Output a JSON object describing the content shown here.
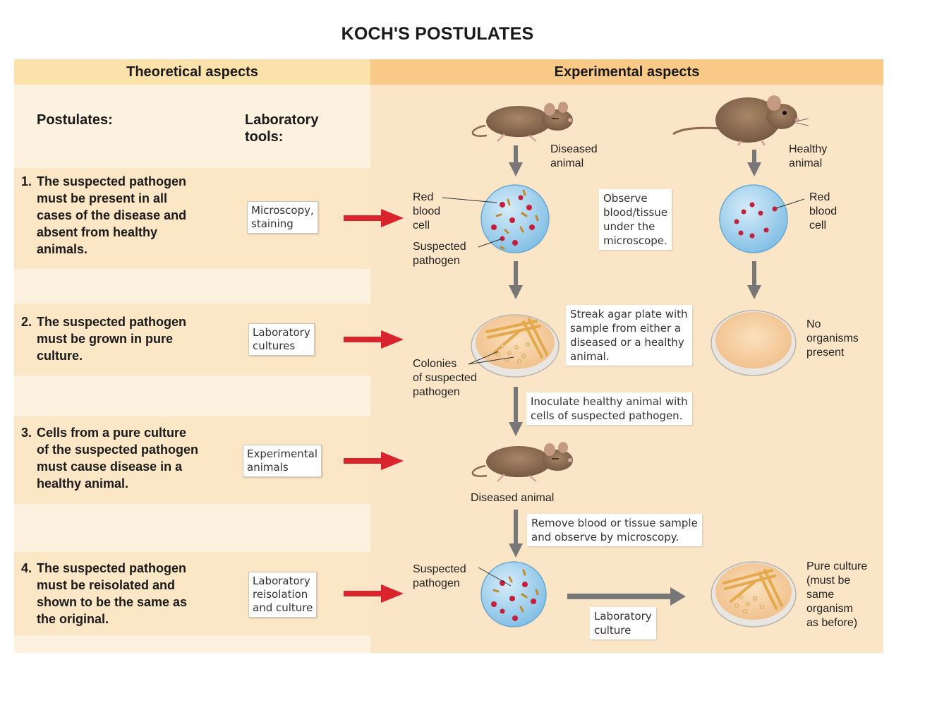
{
  "title": "KOCH'S POSTULATES",
  "headers": {
    "theoretical": "Theoretical aspects",
    "experimental": "Experimental aspects"
  },
  "columns": {
    "postulates": "Postulates:",
    "tools": "Laboratory\ntools:"
  },
  "postulates": [
    {
      "num": "1.",
      "first": "The suspected pathogen",
      "rest": "must be present in all\ncases of the disease and\nabsent from healthy\nanimals.",
      "tool": "Microscopy,\nstaining"
    },
    {
      "num": "2.",
      "first": "The suspected pathogen",
      "rest": "must be grown in pure\nculture.",
      "tool": "Laboratory\ncultures"
    },
    {
      "num": "3.",
      "first": "Cells from a pure culture",
      "rest": "of the suspected pathogen\nmust cause disease in a\nhealthy animal.",
      "tool": "Experimental\nanimals"
    },
    {
      "num": "4.",
      "first": "The suspected pathogen",
      "rest": "must be reisolated and\nshown to be the same as\nthe original.",
      "tool": "Laboratory\nreisolation\nand culture"
    }
  ],
  "labels": {
    "diseased_animal": "Diseased\nanimal",
    "healthy_animal": "Healthy\nanimal",
    "red_blood_cell_left": "Red\nblood\ncell",
    "suspected_pathogen_1": "Suspected\npathogen",
    "red_blood_cell_right": "Red\nblood\ncell",
    "colonies": "Colonies\nof suspected\npathogen",
    "no_organisms": "No\norganisms\npresent",
    "diseased_animal_2": "Diseased animal",
    "suspected_pathogen_2": "Suspected\npathogen",
    "pure_culture": "Pure culture\n(must be\nsame\norganism\nas before)"
  },
  "notes": {
    "observe": "Observe\nblood/tissue\nunder the\nmicroscope.",
    "streak": "Streak agar plate with\nsample from either a\ndiseased or a healthy\nanimal.",
    "inoculate": "Inoculate healthy animal with\ncells of suspected pathogen.",
    "remove": "Remove blood or tissue sample\nand observe by microscopy.",
    "lab_culture": "Laboratory\nculture"
  },
  "colors": {
    "red_arrow": "#d9232d",
    "gray_arrow": "#777777",
    "slide_blue": "#a9d3ee",
    "rbc": "#c41f3a",
    "pathogen": "#c08a2a",
    "mouse": "#8b6a4e"
  }
}
